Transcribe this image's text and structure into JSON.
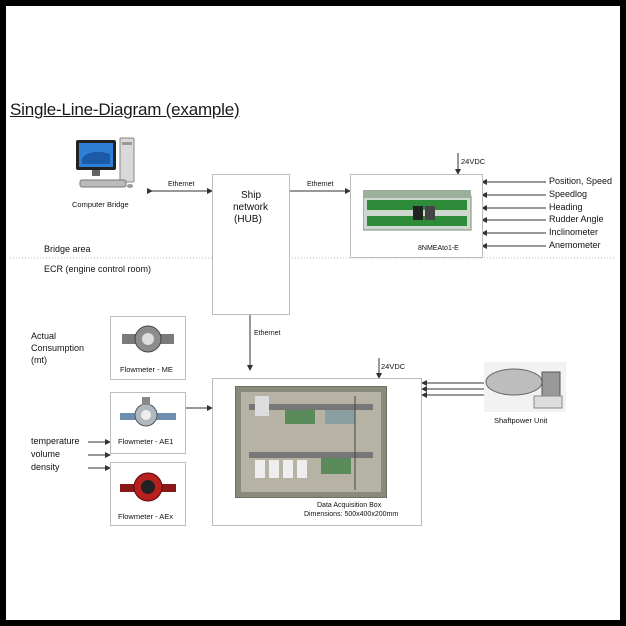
{
  "diagram": {
    "title": "Single-Line-Diagram (example)",
    "computer": {
      "label": "Computer Bridge",
      "icon": "desktop-computer-icon"
    },
    "hub": {
      "line1": "Ship",
      "line2": "network",
      "line3": "(HUB)"
    },
    "links": {
      "ethernet_left": "Ethernet",
      "ethernet_right": "Ethernet",
      "ethernet_down": "Ethernet"
    },
    "nmea": {
      "power": "24VDC",
      "device_label": "8NMEAto1-E"
    },
    "nmea_inputs": [
      "Position, Speed",
      "Speedlog",
      "Heading",
      "Rudder Angle",
      "Inclinometer",
      "Anemometer"
    ],
    "areas": {
      "bridge": "Bridge area",
      "ecr": "ECR (engine control room)"
    },
    "consumption": {
      "line1": "Actual",
      "line2": "Consumption",
      "line3": "(mt)"
    },
    "flowmeters": [
      "Flowmeter - ME",
      "Flowmeter - AE1",
      "Flowmeter - AEx"
    ],
    "aux_inputs": [
      "temperature",
      "volume",
      "density"
    ],
    "dab": {
      "power": "24VDC",
      "caption1": "Data Acquisition Box",
      "caption2": "Dimensions: 500x400x200mm"
    },
    "shaftpower": {
      "label": "Shaftpower Unit"
    },
    "colors": {
      "frame": "#000000",
      "lines": "#333333",
      "box_border": "#bdbdbd",
      "flowmeter_red": "#b82020"
    }
  }
}
